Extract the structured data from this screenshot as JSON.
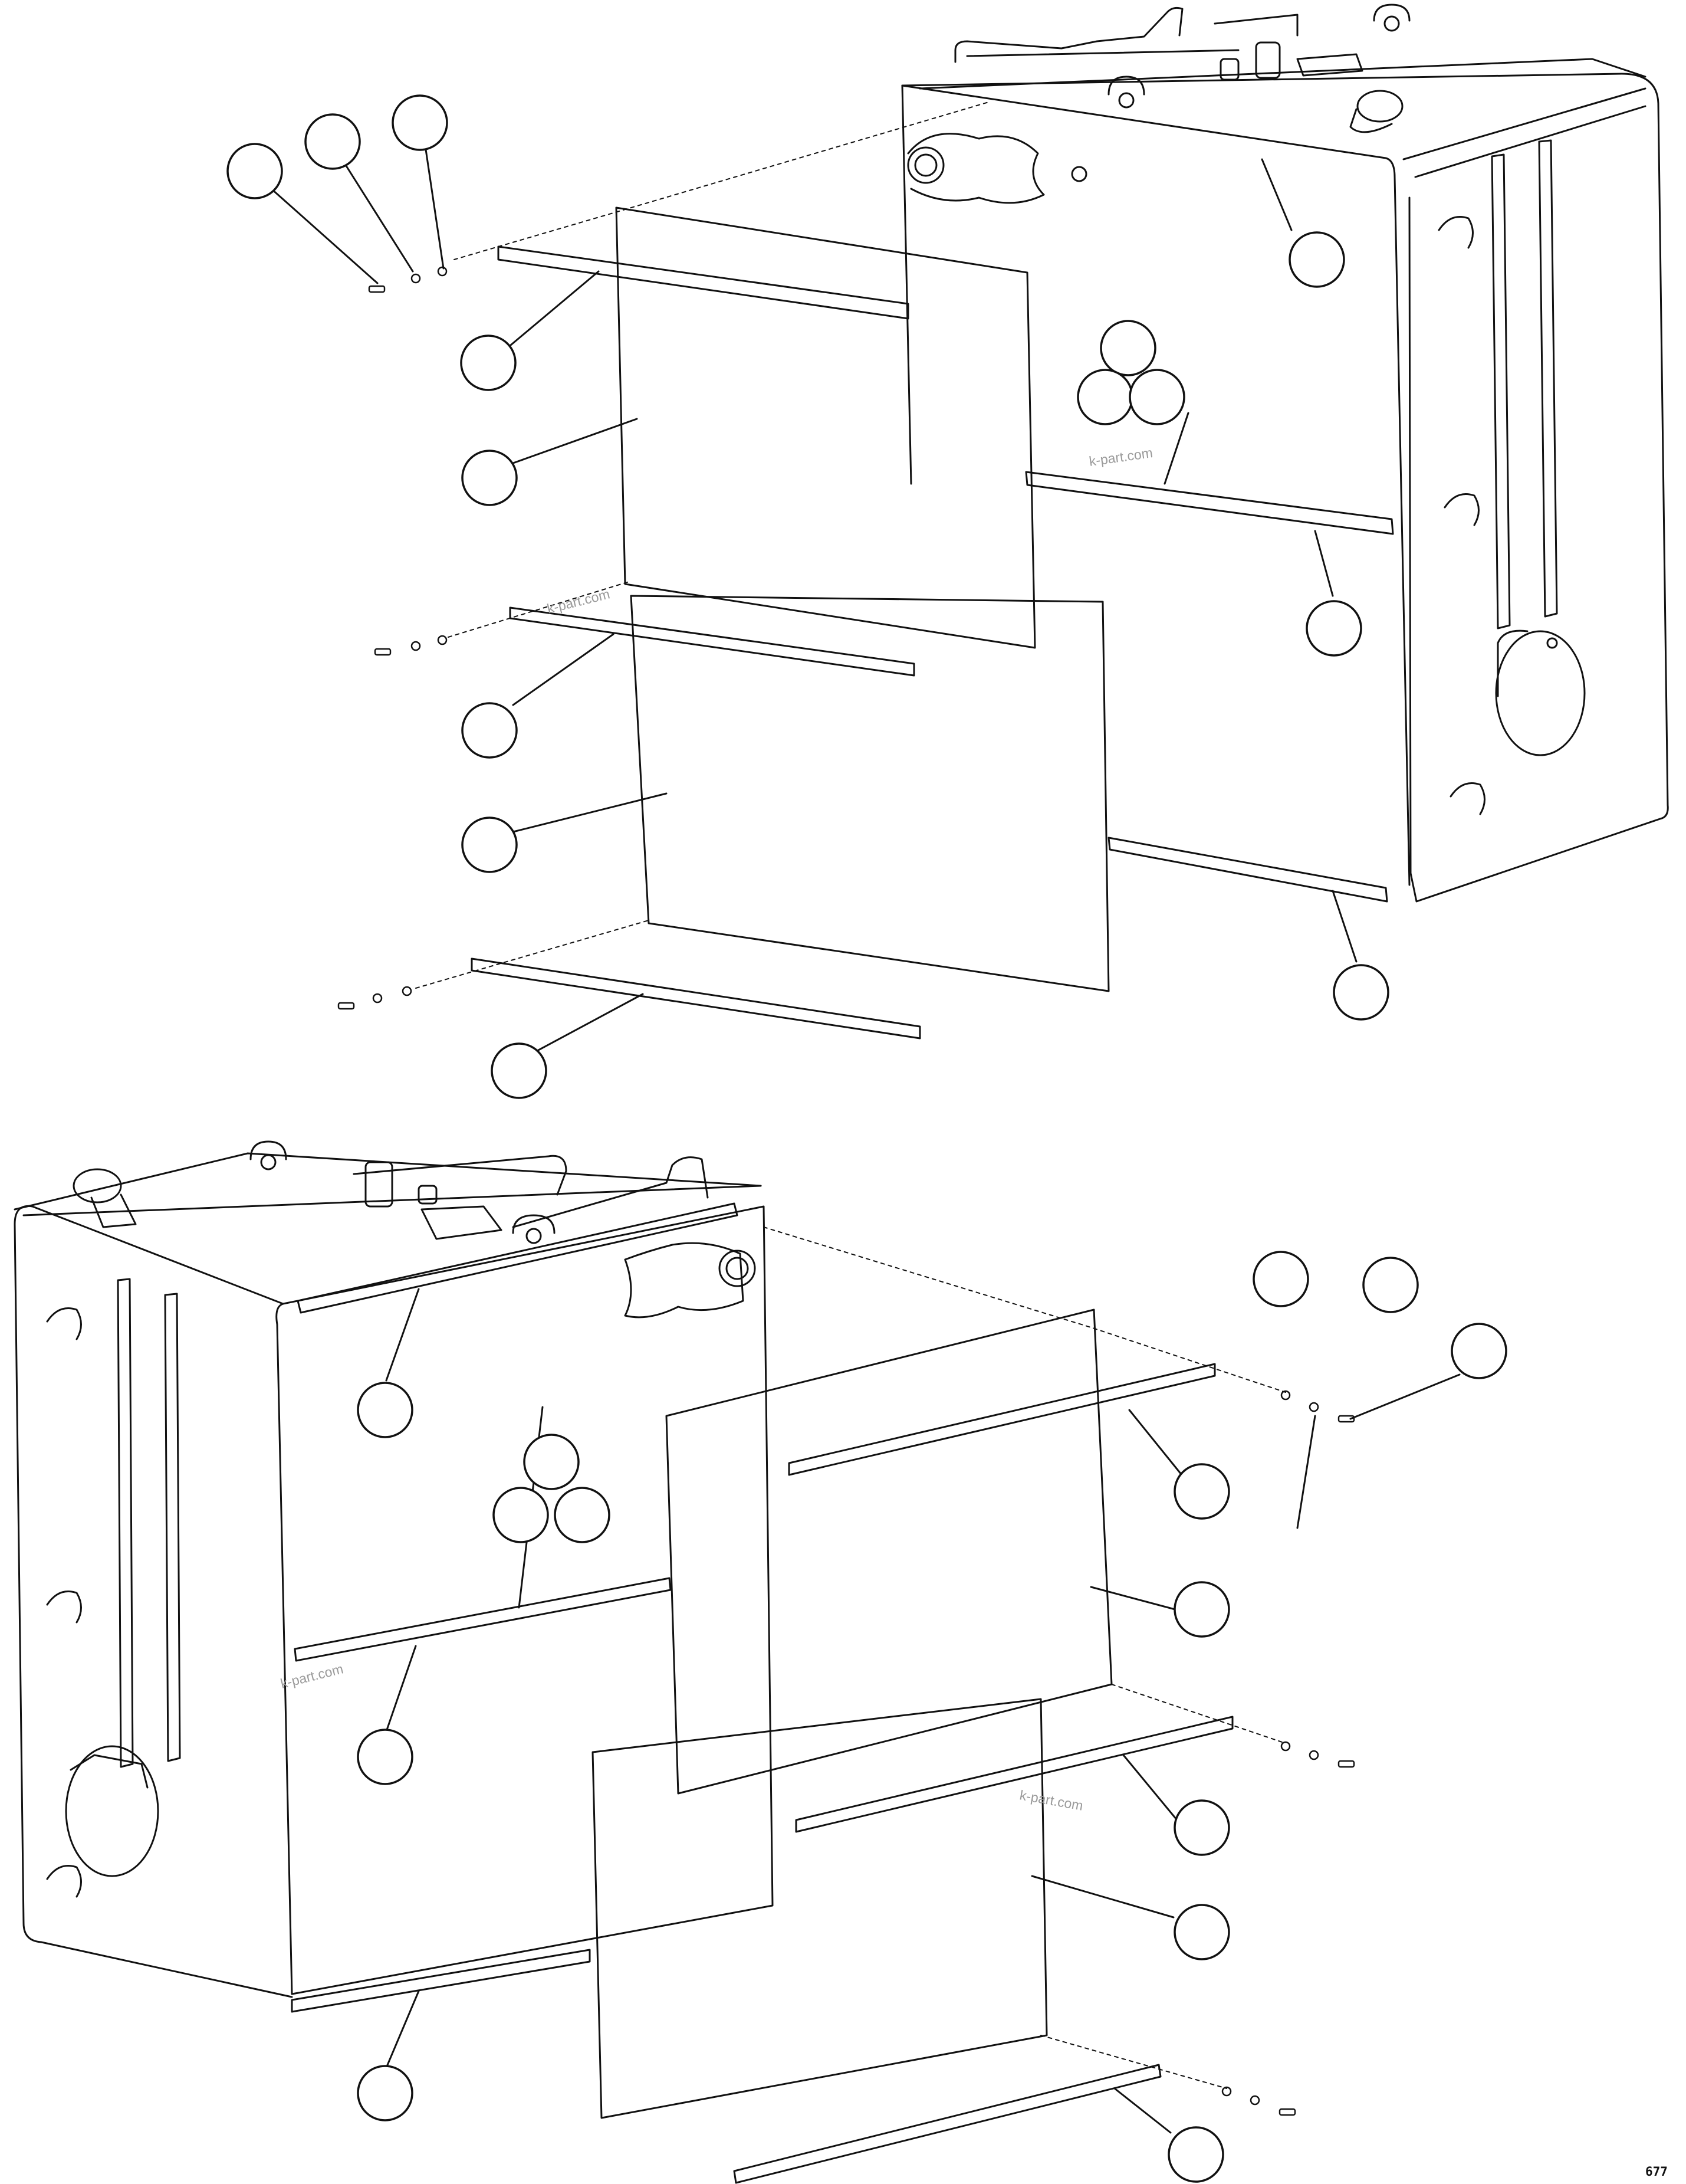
{
  "diagram": {
    "watermarks": [
      "k-part.com",
      "k-part.com",
      "k-part.com",
      "k-part.com"
    ],
    "sheet_code": "677"
  }
}
